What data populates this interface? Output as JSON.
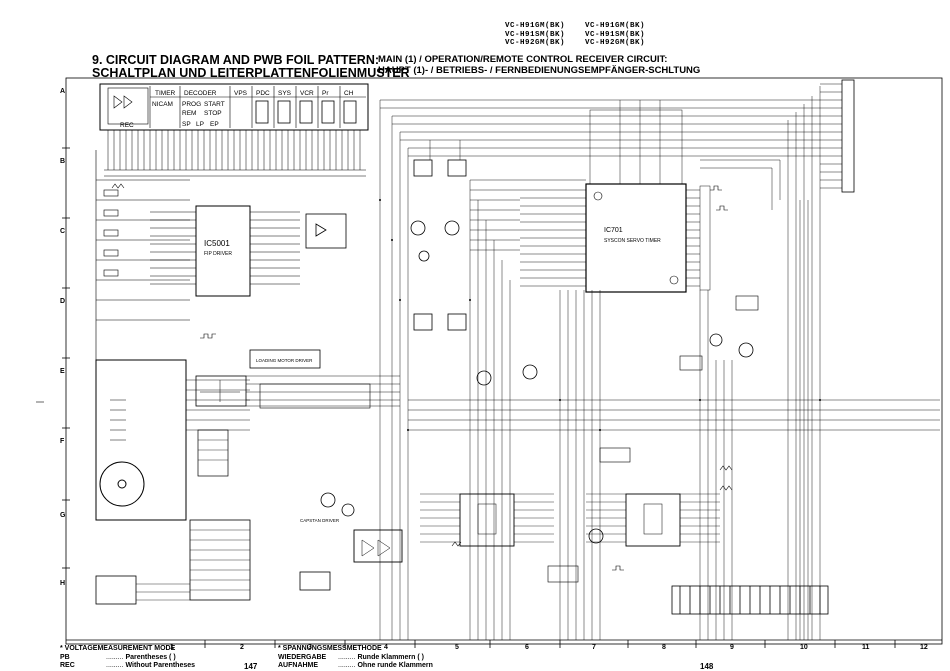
{
  "models": [
    "VC-H91GM(BK)",
    "VC-H91GM(BK)",
    "VC-H91SM(BK)",
    "VC-H91SM(BK)",
    "VC-H92GM(BK)",
    "VC-H92GM(BK)"
  ],
  "title": {
    "line1": "9. CIRCUIT DIAGRAM AND PWB FOIL PATTERN:",
    "line2": "SCHALTPLAN UND LEITERPLATTENFOLIENMUSTER"
  },
  "subtitle": {
    "line1": "MAIN (1) / OPERATION/REMOTE CONTROL RECEIVER CIRCUIT:",
    "line2": "HAUPT (1)- / BETRIEBS- / FERNBEDIENUNGSEMPFÄNGER-SCHLTUNG"
  },
  "row_labels": [
    "A",
    "B",
    "C",
    "D",
    "E",
    "F",
    "G",
    "H"
  ],
  "col_labels": [
    "1",
    "2",
    "3",
    "4",
    "5",
    "6",
    "7",
    "8",
    "9",
    "10",
    "11",
    "12"
  ],
  "display": {
    "cells": [
      "TIMER",
      "DECODER",
      "VPS",
      "PDC",
      "SYS",
      "VCR",
      "Pr",
      "CH"
    ],
    "row2": [
      "NICAM",
      "PROG",
      "START"
    ],
    "row3": [
      "REM",
      "STOP"
    ],
    "row4": [
      "REC",
      "SP",
      "LP",
      "EP"
    ]
  },
  "ic_labels": {
    "ic5001": "IC5001",
    "ic5001_sub": "FIP DRIVER",
    "ic701": "IC701",
    "ic701_sub": "SYSCON SERVO TIMER",
    "ic_capstan": "CAPSTAN DRIVER",
    "ic_loading": "LOADING MOTOR DRIVER"
  },
  "footer": {
    "left_title": "* VOLTAGEMEASUREMENT MODE",
    "left_pb_key": "PB",
    "left_pb_val": "Parentheses (   )",
    "left_rec_key": "REC",
    "left_rec_val": "Without Parentheses",
    "right_title": "* SPANNUNGSMESSMETHODE",
    "right_pb_key": "WIEDERGABE",
    "right_pb_val": "Runde Klammern (   )",
    "right_rec_key": "AUFNAHME",
    "right_rec_val": "Ohne runde Klammern",
    "page_left": "147",
    "page_right": "148"
  }
}
